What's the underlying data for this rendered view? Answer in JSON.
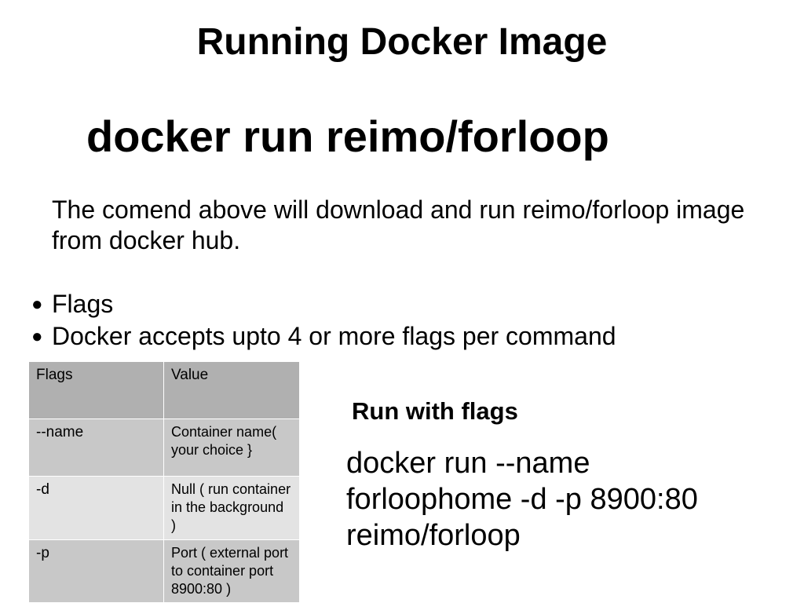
{
  "slide": {
    "title": "Running Docker Image",
    "command": "docker run reimo/forloop",
    "description": "The comend above will download and run reimo/forloop image from docker hub.",
    "bullets": [
      "Flags",
      "Docker accepts upto 4 or more flags per command"
    ],
    "flags_table": {
      "headers": [
        "Flags",
        "Value"
      ],
      "rows": [
        [
          "--name",
          "Container name( your choice }"
        ],
        [
          "-d",
          "Null ( run container in the background )"
        ],
        [
          "-p",
          "Port ( external port to container port 8900:80 )"
        ]
      ]
    },
    "run_with_flags": {
      "heading": "Run with flags",
      "command_lines": [
        "docker run --name",
        "forloophome -d -p 8900:80",
        "reimo/forloop"
      ]
    }
  }
}
